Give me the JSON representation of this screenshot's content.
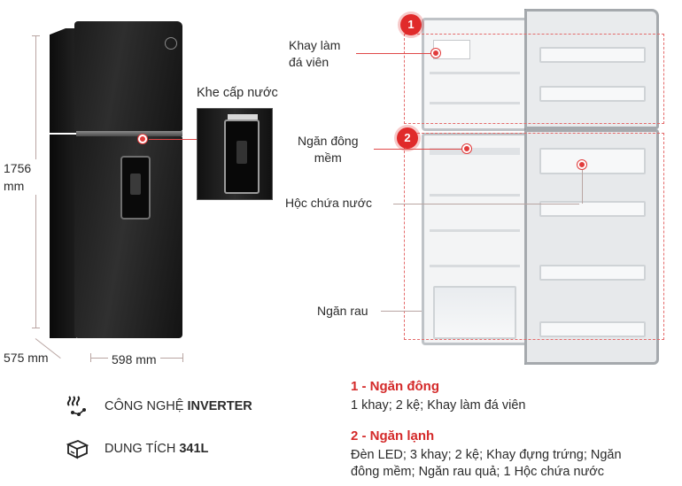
{
  "dimensions": {
    "height": "1756\nmm",
    "depth": "575 mm",
    "width": "598 mm"
  },
  "water_inset": {
    "label": "Khe cấp nước"
  },
  "labels": {
    "ice_tray": "Khay làm\nđá viên",
    "soft_freeze": "Ngăn đông\nmềm",
    "water_compartment": "Hộc chứa nước",
    "crisper": "Ngăn rau"
  },
  "badges": {
    "one": "1",
    "two": "2"
  },
  "specs": [
    {
      "icon": "inverter-chip-icon",
      "text": "CÔNG NGHỆ ",
      "bold": "INVERTER"
    },
    {
      "icon": "capacity-box-icon",
      "text": "DUNG TÍCH ",
      "bold": "341L"
    }
  ],
  "sections": [
    {
      "title": "1 - Ngăn đông",
      "text": "1 khay; 2 kệ; Khay làm đá viên"
    },
    {
      "title": "2 - Ngăn lạnh",
      "text": "Đèn LED; 3 khay; 2 kệ; Khay đựng trứng; Ngăn\nđông mềm; Ngăn rau quả; 1 Hộc chứa nước"
    }
  ],
  "colors": {
    "accent_red": "#d42a2a",
    "fridge_black": "#1c1c1c",
    "fridge_silver": "#a5a9ad"
  }
}
